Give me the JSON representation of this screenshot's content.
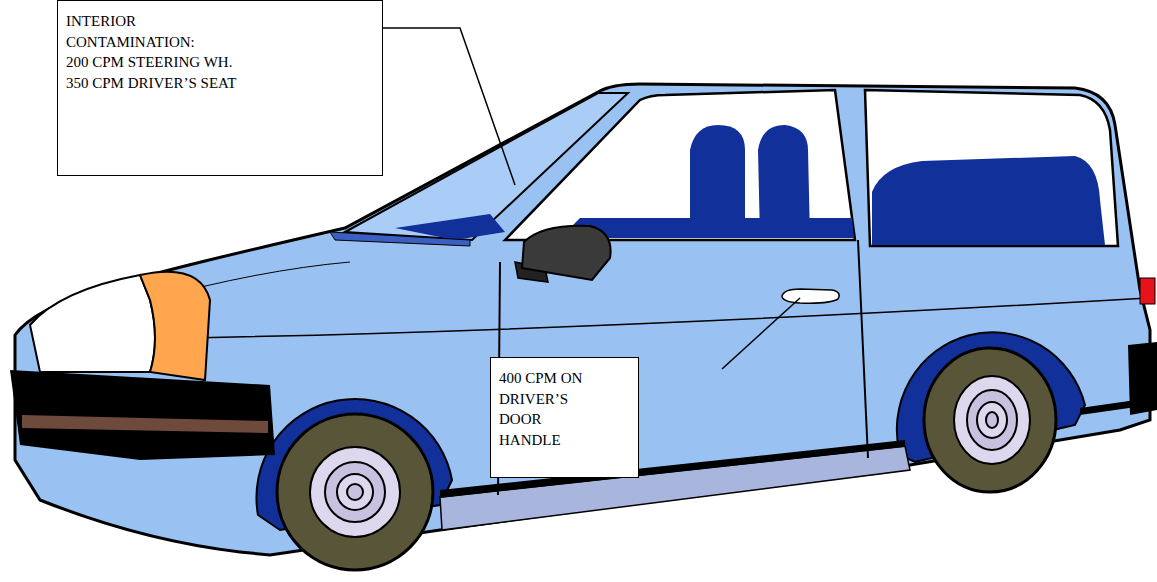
{
  "diagram": {
    "nodes": [
      {
        "text": [
          "INTERIOR CONTAMINATION:",
          "200 CPM STEERING WH.",
          "350 CPM DRIVER’S SEAT"
        ]
      },
      {
        "text": [
          "400 CPM ON DRIVER’S DOOR HANDLE"
        ]
      }
    ]
  }
}
